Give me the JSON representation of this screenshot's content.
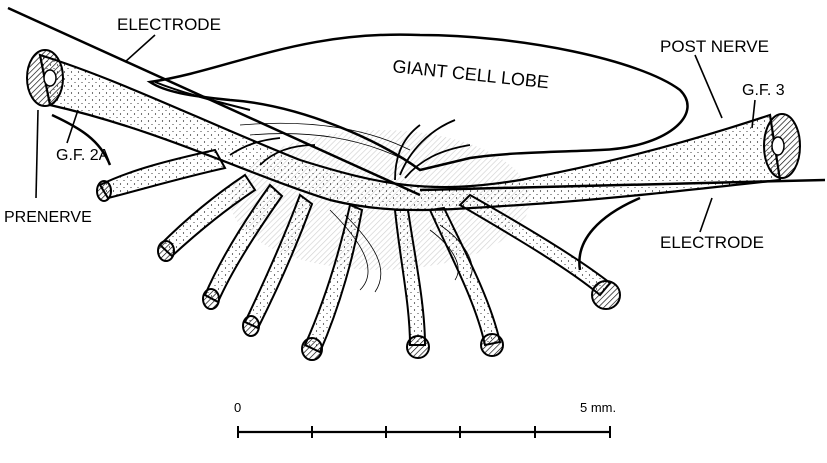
{
  "labels": {
    "electrode_top": "ELECTRODE",
    "giant_cell_lobe": "GIANT CELL LOBE",
    "post_nerve": "POST NERVE",
    "gf3": "G.F. 3",
    "gf2a": "G.F. 2A",
    "prenerve": "PRENERVE",
    "electrode_right": "ELECTRODE"
  },
  "scale_bar": {
    "start_label": "0",
    "end_label": "5 mm."
  }
}
